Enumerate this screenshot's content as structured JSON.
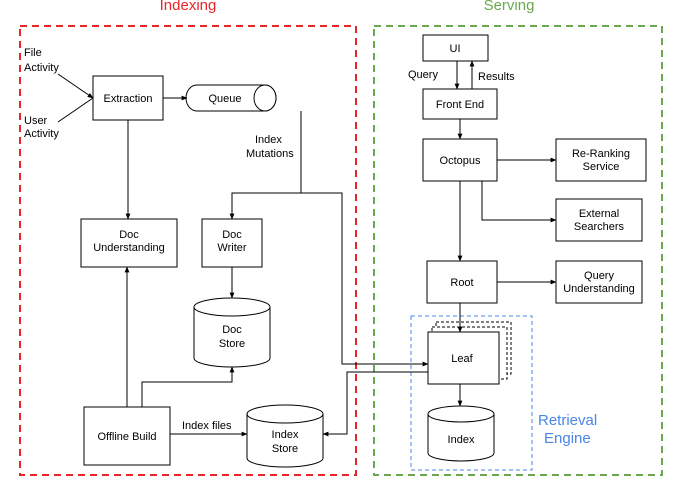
{
  "sections": {
    "indexing": {
      "title": "Indexing",
      "color": "#e8262a"
    },
    "serving": {
      "title": "Serving",
      "color": "#6aa84f"
    },
    "retrieval_engine": {
      "title_line1": "Retrieval",
      "title_line2": "Engine",
      "color": "#4a86e8"
    }
  },
  "inputs": {
    "file_activity_1": "File",
    "file_activity_2": "Activity",
    "user_activity_1": "User",
    "user_activity_2": "Activity"
  },
  "nodes": {
    "extraction": "Extraction",
    "queue": "Queue",
    "doc_understanding_1": "Doc",
    "doc_understanding_2": "Understanding",
    "doc_writer_1": "Doc",
    "doc_writer_2": "Writer",
    "doc_store_1": "Doc",
    "doc_store_2": "Store",
    "offline_build": "Offline Build",
    "index_store_1": "Index",
    "index_store_2": "Store",
    "ui": "UI",
    "front_end": "Front End",
    "octopus": "Octopus",
    "reranking_1": "Re-Ranking",
    "reranking_2": "Service",
    "external_1": "External",
    "external_2": "Searchers",
    "root": "Root",
    "query_understanding_1": "Query",
    "query_understanding_2": "Understanding",
    "leaf": "Leaf",
    "index": "Index"
  },
  "edge_labels": {
    "index_mutations_1": "Index",
    "index_mutations_2": "Mutations",
    "query": "Query",
    "results": "Results",
    "index_files": "Index files"
  }
}
